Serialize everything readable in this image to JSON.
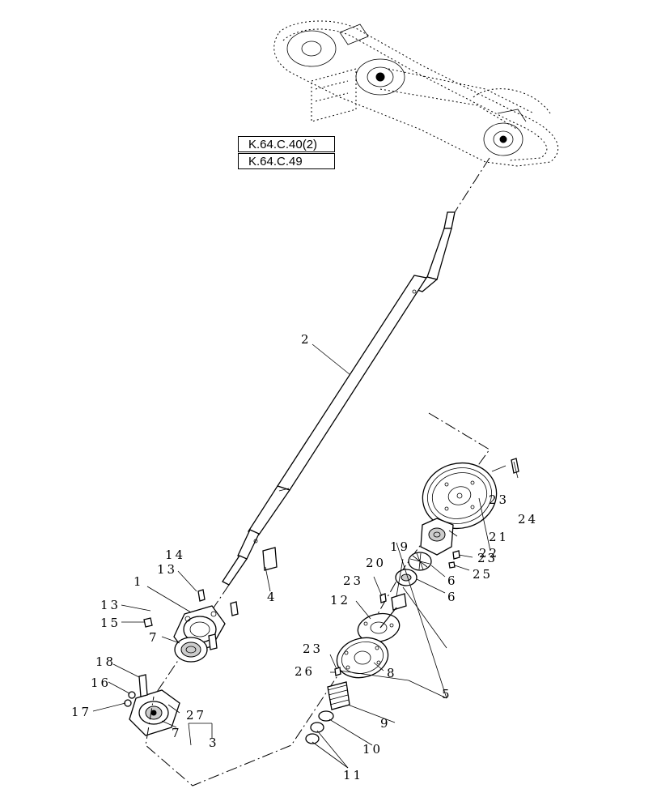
{
  "references": [
    "K.64.C.40(2)",
    "K.64.C.49"
  ],
  "callouts": {
    "c1": "1",
    "c2": "2",
    "c3": "3",
    "c4": "4",
    "c5": "5",
    "c6a": "6",
    "c6b": "6",
    "c7a": "7",
    "c7b": "7",
    "c8": "8",
    "c9": "9",
    "c10": "10",
    "c11": "11",
    "c12": "12",
    "c13a": "13",
    "c13b": "13",
    "c14": "14",
    "c15": "15",
    "c16": "16",
    "c17": "17",
    "c18": "18",
    "c19": "19",
    "c20": "20",
    "c21": "21",
    "c22": "22",
    "c23a": "23",
    "c23b": "23",
    "c23c": "23",
    "c23d": "23",
    "c24": "24",
    "c25": "25",
    "c26": "26",
    "c27": "27"
  }
}
